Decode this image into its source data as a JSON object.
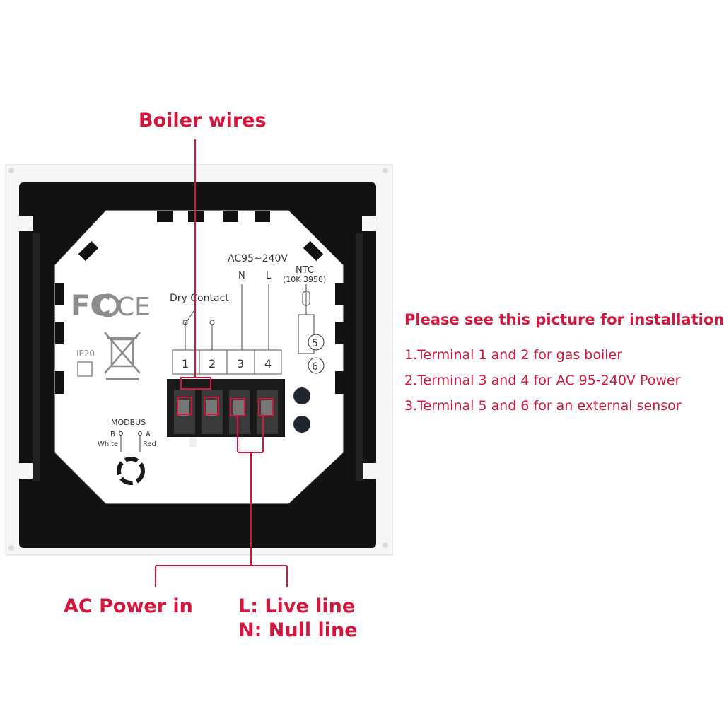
{
  "callouts": {
    "boiler_wires": "Boiler wires",
    "ac_power_in": "AC Power in",
    "live_line": "L: Live line",
    "null_line": "N: Null line"
  },
  "instructions": {
    "title": "Please see this picture for installation:",
    "lines": [
      "1.Terminal 1 and 2 for gas boiler",
      "2.Terminal 3 and 4 for AC 95-240V Power",
      "3.Terminal 5 and 6 for an external sensor"
    ]
  },
  "device": {
    "marks": {
      "fcc": "FC",
      "ce": "CE",
      "ip": "IP20"
    },
    "voltage": "AC95~240V",
    "n": "N",
    "l": "L",
    "ntc": "NTC",
    "ntc_spec": "(10K 3950)",
    "dry_contact": "Dry Contact",
    "terminals": [
      "1",
      "2",
      "3",
      "4"
    ],
    "sensor_terminals": [
      "5",
      "6"
    ],
    "modbus": "MODBUS",
    "modbus_b": "B",
    "modbus_a": "A",
    "modbus_white": "White",
    "modbus_red": "Red"
  },
  "colors": {
    "accent": "#d4163c",
    "frame": "#f7f7f7",
    "plate": "#111111",
    "body": "#ffffff"
  }
}
